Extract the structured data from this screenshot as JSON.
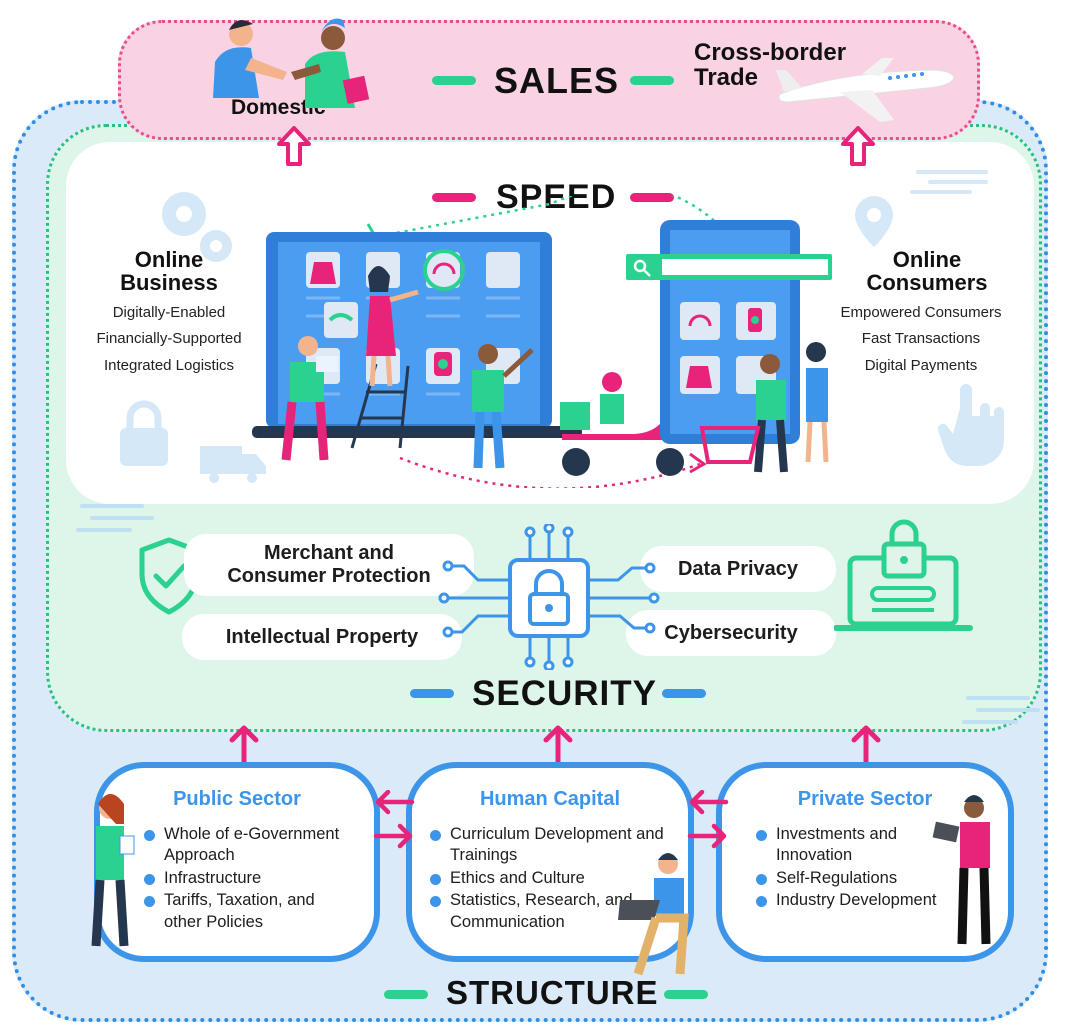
{
  "sales": {
    "title": "SALES",
    "domestic": "Domestic",
    "cross_border": [
      "Cross-border",
      "Trade"
    ]
  },
  "speed": {
    "title": "SPEED",
    "online_business": {
      "title": [
        "Online",
        "Business"
      ],
      "items": [
        "Digitally-Enabled",
        "Financially-Supported",
        "Integrated Logistics"
      ]
    },
    "online_consumers": {
      "title": [
        "Online",
        "Consumers"
      ],
      "items": [
        "Empowered Consumers",
        "Fast Transactions",
        "Digital Payments"
      ]
    }
  },
  "security": {
    "title": "SECURITY",
    "pills": {
      "merchant": [
        "Merchant and",
        "Consumer Protection"
      ],
      "ip": "Intellectual Property",
      "privacy": "Data Privacy",
      "cyber": "Cybersecurity"
    }
  },
  "structure": {
    "title": "STRUCTURE",
    "public": {
      "title": "Public Sector",
      "items": [
        "Whole of e-Government Approach",
        "Infrastructure",
        "Tariffs, Taxation, and other Policies"
      ]
    },
    "human": {
      "title": "Human Capital",
      "items": [
        "Curriculum Development and Trainings",
        "Ethics and Culture",
        "Statistics, Research, and Communication"
      ]
    },
    "private": {
      "title": "Private Sector",
      "items": [
        "Investments and Innovation",
        "Self-Regulations",
        "Industry Development"
      ]
    }
  },
  "colors": {
    "pink": "#e8247a",
    "green": "#2bd18f",
    "blue": "#3d95ea",
    "sales_bg": "#f9d3e4",
    "security_bg": "#def5ea",
    "structure_bg": "#dbeaf8"
  }
}
